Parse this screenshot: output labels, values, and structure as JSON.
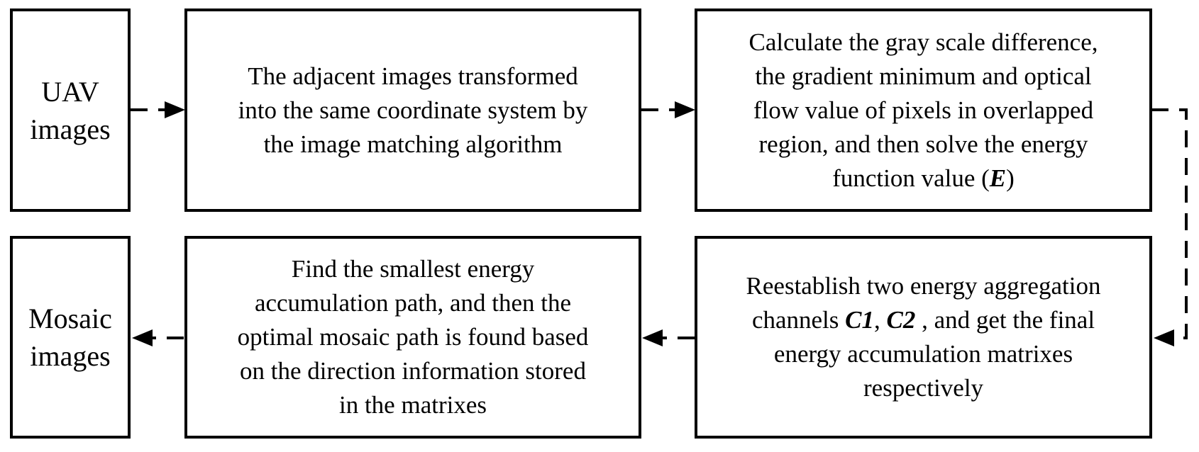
{
  "colors": {
    "background": "#ffffff",
    "line": "#000000",
    "text": "#000000"
  },
  "diagram": {
    "title": "UAV image mosaic path flowchart",
    "boxes": {
      "uav": {
        "lines": [
          [
            {
              "t": "UAV"
            }
          ],
          [
            {
              "t": "images"
            }
          ]
        ]
      },
      "transform": {
        "lines": [
          [
            {
              "t": "The adjacent images transformed"
            }
          ],
          [
            {
              "t": "into the same coordinate system by"
            }
          ],
          [
            {
              "t": "the image matching algorithm"
            }
          ]
        ]
      },
      "energy": {
        "lines": [
          [
            {
              "t": "Calculate the gray scale difference,"
            }
          ],
          [
            {
              "t": "the gradient minimum and optical"
            }
          ],
          [
            {
              "t": "flow value of pixels in overlapped"
            }
          ],
          [
            {
              "t": "region, and then solve the energy"
            }
          ],
          [
            {
              "t": "function value ("
            },
            {
              "t": "E",
              "em": true
            },
            {
              "t": ")"
            }
          ]
        ]
      },
      "mosaic": {
        "lines": [
          [
            {
              "t": "Mosaic"
            }
          ],
          [
            {
              "t": "images"
            }
          ]
        ]
      },
      "path": {
        "lines": [
          [
            {
              "t": "Find the smallest energy"
            }
          ],
          [
            {
              "t": "accumulation path, and then the"
            }
          ],
          [
            {
              "t": "optimal mosaic path is found based"
            }
          ],
          [
            {
              "t": "on the direction information stored"
            }
          ],
          [
            {
              "t": "in the matrixes"
            }
          ]
        ]
      },
      "channels": {
        "lines": [
          [
            {
              "t": "Reestablish two energy aggregation"
            }
          ],
          [
            {
              "t": "channels "
            },
            {
              "t": "C1",
              "em": true
            },
            {
              "t": ", "
            },
            {
              "t": "C2",
              "em": true
            },
            {
              "t": " , and get the final"
            }
          ],
          [
            {
              "t": "energy accumulation matrixes"
            }
          ],
          [
            {
              "t": "respectively"
            }
          ]
        ]
      }
    }
  }
}
